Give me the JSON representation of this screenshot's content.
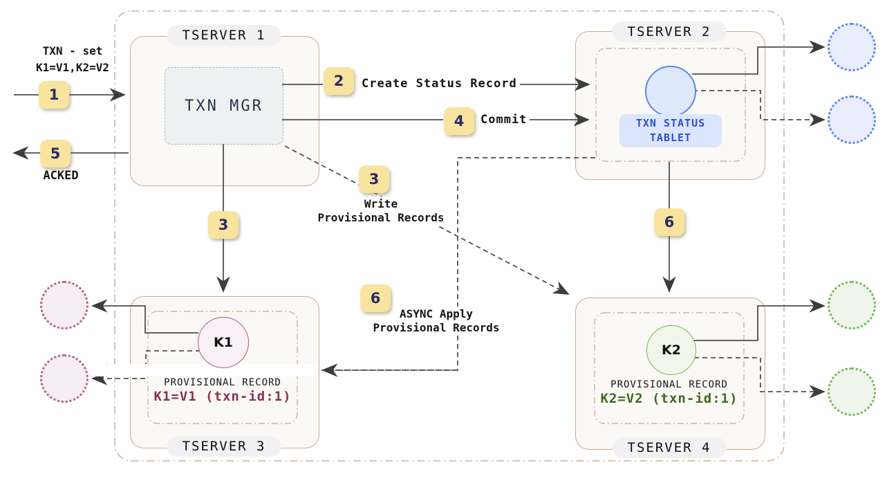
{
  "colors": {
    "cluster_border": "#cdb29a",
    "server_border": "#c9ab91",
    "server_fill": "#fbf9f6",
    "badge_bg": "#f8e49e",
    "badge_text": "#2b2b66",
    "txn_mgr_fill": "#edf1f2",
    "txn_mgr_border": "#9db6ca",
    "status_tablet_text": "#2a50d0",
    "status_tablet_bg": "#dbe6fd",
    "blue_circle_border": "#5b86ee",
    "blue_circle_fill": "#dfe9fc",
    "pink_circle_border": "#a8567d",
    "pink_circle_fill": "#f8f0f4",
    "green_circle_border": "#77b55a",
    "green_circle_fill": "#eff7eb",
    "k1_value_text": "#8b2f55",
    "k2_value_text": "#3c6b1f",
    "line": "#4f4f4f"
  },
  "client": {
    "txn_line1": "TXN - set",
    "txn_line2": "K1=V1,K2=V2",
    "acked": "ACKED"
  },
  "badges": {
    "step1": "1",
    "step2": "2",
    "step3": "3",
    "step4": "4",
    "step5": "5",
    "step6": "6"
  },
  "labels": {
    "step2": "Create Status Record",
    "step4": "Commit",
    "step3_line1": "Write",
    "step3_line2": "Provisional Records",
    "step6_line1": "ASYNC Apply",
    "step6_line2": "Provisional Records"
  },
  "servers": {
    "t1": {
      "title": "TSERVER 1",
      "txn_mgr": "TXN MGR"
    },
    "t2": {
      "title": "TSERVER 2",
      "tablet_line1": "TXN STATUS",
      "tablet_line2": "TABLET"
    },
    "t3": {
      "title": "TSERVER 3",
      "key": "K1",
      "record_heading": "PROVISIONAL RECORD",
      "record_value": "K1=V1 (txn-id:1)"
    },
    "t4": {
      "title": "TSERVER 4",
      "key": "K2",
      "record_heading": "PROVISIONAL RECORD",
      "record_value": "K2=V2 (txn-id:1)"
    }
  }
}
